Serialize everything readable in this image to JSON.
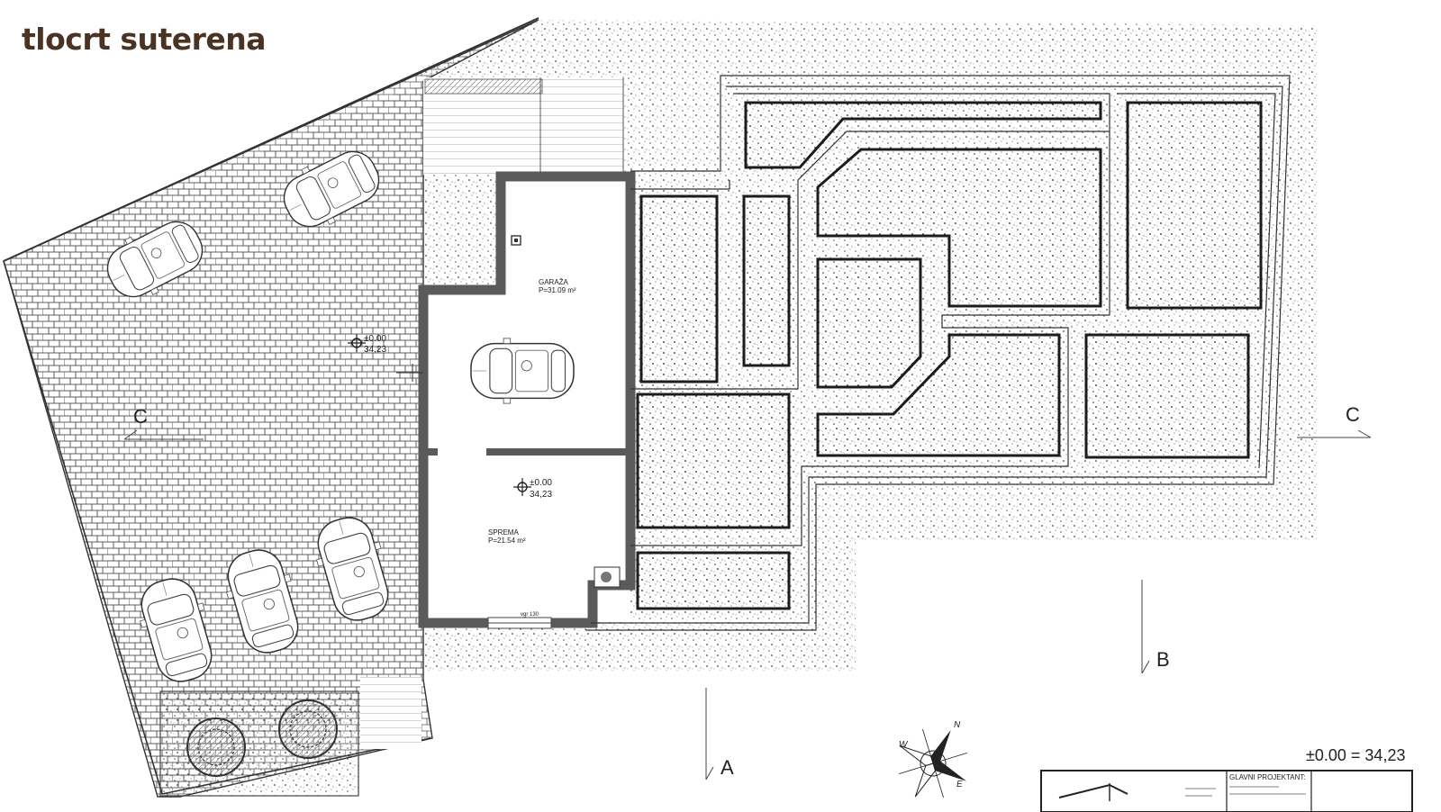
{
  "header": {
    "title": "tlocrt suterena"
  },
  "rooms": {
    "garage": {
      "name": "GARAŽA",
      "area": "P=31.09 m²"
    },
    "storage": {
      "name": "SPREMA",
      "area": "P=21.54 m²"
    }
  },
  "levels": {
    "yard_top": "±0.00",
    "yard_bottom": "34,23",
    "storage_top": "±0.00",
    "storage_bottom": "34,23",
    "datum": "±0.00 = 34,23"
  },
  "section_marks": {
    "c_left": "C",
    "c_right": "C",
    "a": "A",
    "b": "B"
  },
  "compass": {
    "n": "N",
    "w": "W",
    "e": "E"
  },
  "door_label": "vgr 130",
  "title_block": {
    "heading": "GLAVNI PROJEKTANT:"
  },
  "colors": {
    "title": "#4a3323",
    "wall": "#5a5a5a",
    "line": "#1c1c1c"
  }
}
